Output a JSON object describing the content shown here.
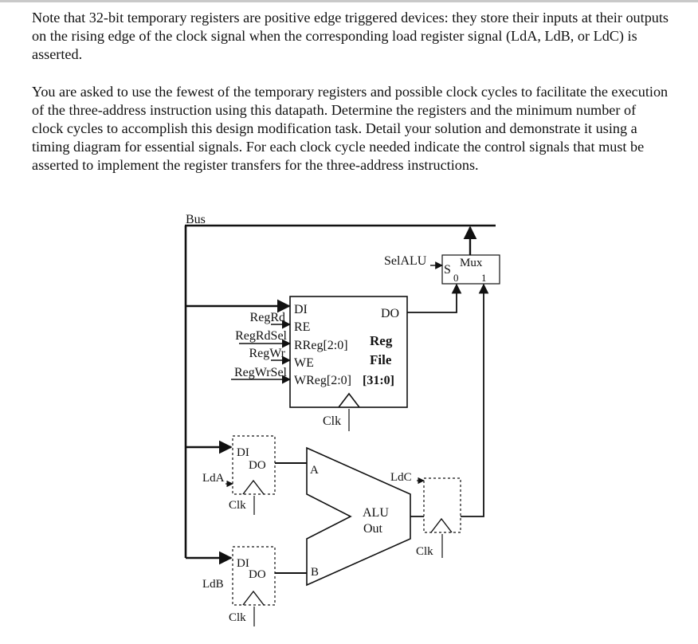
{
  "paragraphs": [
    "Note that 32-bit temporary registers are positive edge triggered devices: they store their inputs at their outputs on the rising edge of the clock signal when the corresponding load register signal (LdA, LdB, or LdC) is asserted.",
    "You are asked to use the fewest of the temporary registers and possible clock cycles to facilitate the execution of the three-address instruction using this datapath.  Determine the registers and the minimum number of clock cycles to accomplish this design modification task.  Detail your solution and demonstrate it using a timing diagram for essential signals.  For each clock cycle needed indicate the control signals that must be asserted to implement the register transfers for the three-address instructions."
  ],
  "diagram": {
    "bus_label": "Bus",
    "mux": {
      "select_signal": "SelALU",
      "select_pin": "S",
      "label": "Mux",
      "input0": "0",
      "input1": "1"
    },
    "regfile": {
      "inputs": [
        "RegRd",
        "RegRdSel",
        "RegWr",
        "RegWrSel"
      ],
      "pins": [
        "DI",
        "RE",
        "RReg[2:0]",
        "WE",
        "WReg[2:0]"
      ],
      "output_pin": "DO",
      "title_line1": "Reg",
      "title_line2": "File",
      "width": "[31:0]",
      "clock": "Clk"
    },
    "reg_a": {
      "load": "LdA",
      "in_pin": "DI",
      "out_pin": "DO",
      "clock": "Clk"
    },
    "reg_b": {
      "load": "LdB",
      "in_pin": "DI",
      "out_pin": "DO",
      "clock": "Clk"
    },
    "reg_c": {
      "load": "LdC",
      "clock": "Clk"
    },
    "alu": {
      "input_a": "A",
      "input_b": "B",
      "out_line1": "ALU",
      "out_line2": "Out"
    }
  }
}
